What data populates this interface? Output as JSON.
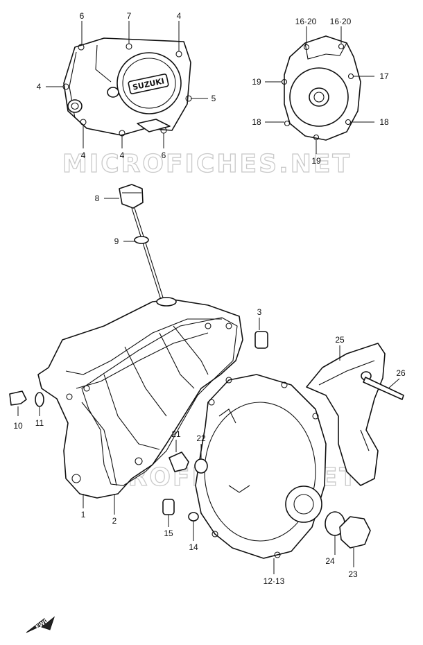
{
  "watermark": "MICROFICHES.NET",
  "brand_logo": "SUZUKI",
  "direction_badge": "FWD",
  "labels": {
    "l_6a": "6",
    "l_7": "7",
    "l_4a": "4",
    "l_4b": "4",
    "l_5": "5",
    "l_4c": "4",
    "l_4d": "4",
    "l_6b": "6",
    "l_16_20a": "16·20",
    "l_16_20b": "16·20",
    "l_19a": "19",
    "l_17": "17",
    "l_18a": "18",
    "l_18b": "18",
    "l_19b": "19",
    "l_8": "8",
    "l_9": "9",
    "l_3": "3",
    "l_25": "25",
    "l_26": "26",
    "l_10": "10",
    "l_11": "11",
    "l_21": "21",
    "l_22": "22",
    "l_1": "1",
    "l_2": "2",
    "l_15": "15",
    "l_14": "14",
    "l_24": "24",
    "l_23": "23",
    "l_12_13": "12·13"
  }
}
